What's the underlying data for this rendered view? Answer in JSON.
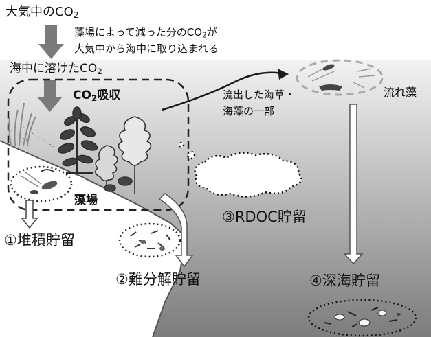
{
  "labels": {
    "air_co2_main": "大気中のCO",
    "air_co2_sub": "2",
    "uptake_line1_main": "藻場によって減った分のCO",
    "uptake_line1_sub": "2",
    "uptake_line1_end": "が",
    "uptake_line2": "大気中から海中に取り込まれる",
    "dissolved_co2_main": "海中に溶けたCO",
    "dissolved_co2_sub": "2",
    "co2_absorb_main": "CO",
    "co2_absorb_sub": "2",
    "co2_absorb_end": "吸収",
    "outflow_line1": "流出した海草・",
    "outflow_line2": "海藻の一部",
    "drifting_seaweed": "流れ藻",
    "seaweed_bed": "藻場",
    "storage_sediment": "①堆積貯留",
    "storage_refractory": "②難分解貯留",
    "storage_rdoc": "③RDOC貯留",
    "storage_deepsea": "④深海貯留"
  },
  "colors": {
    "arrow_gray": "#7a7a7a",
    "sea_light": "#eaeaea",
    "sea_dark": "#8c8c8c",
    "seabed": "#ffffff",
    "seaweed_dark": "#444444"
  }
}
